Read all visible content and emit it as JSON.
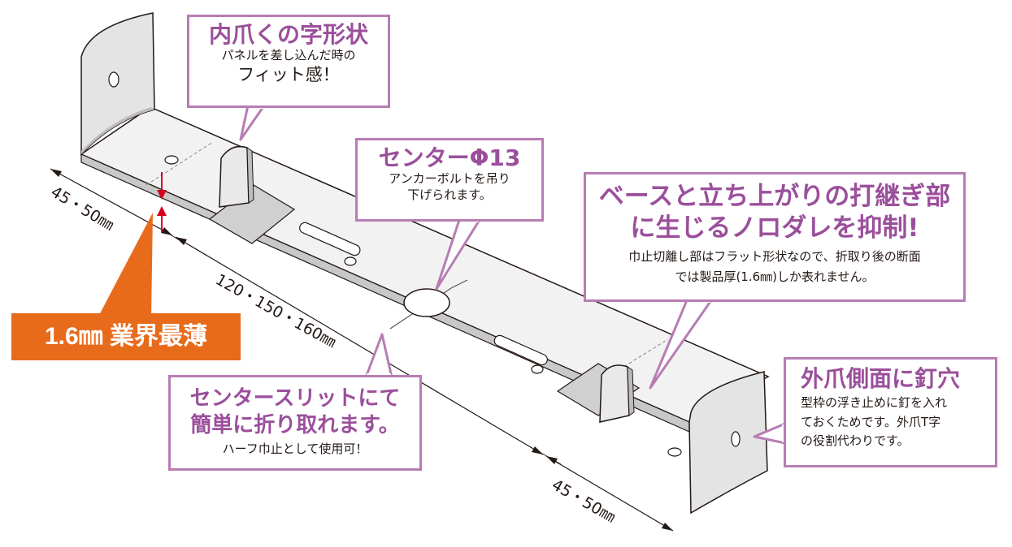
{
  "callouts": {
    "inner_claw": {
      "title": "内爪くの字形状",
      "line1": "パネルを差し込んだ時の",
      "line2": "フィット感！"
    },
    "center_hole": {
      "title": "センターΦ13",
      "line1": "アンカーボルトを吊り",
      "line2": "下げられます。"
    },
    "base_joint": {
      "title1": "ベースと立ち上がりの打継ぎ部",
      "title2": "に生じるノロダレを抑制!",
      "line1": "巾止切離し部はフラット形状なので、折取り後の断面",
      "line2": "では製品厚(1.6㎜)しか表れません。"
    },
    "center_slit": {
      "title1": "センタースリットにて",
      "title2": "簡単に折り取れます。",
      "line1": "ハーフ巾止として使用可！"
    },
    "outer_nail": {
      "title": "外爪側面に釘穴",
      "line1": "型枠の浮き止めに釘を入れ",
      "line2": "ておくためです。外爪T字",
      "line3": "の役割代わりです。"
    }
  },
  "badge": {
    "text": "1.6㎜ 業界最薄"
  },
  "dimensions": {
    "left": "45・50㎜",
    "middle": "120・150・160㎜",
    "right": "45・50㎜"
  },
  "colors": {
    "callout_border": "#b77db3",
    "callout_title": "#9b4f9b",
    "badge": "#e86b1c",
    "thickness_arrow": "#d7001c",
    "metal_light": "#f2f2f2",
    "metal_mid": "#dcdcdc",
    "metal_dark": "#c2c2c2",
    "outline": "#231815"
  }
}
